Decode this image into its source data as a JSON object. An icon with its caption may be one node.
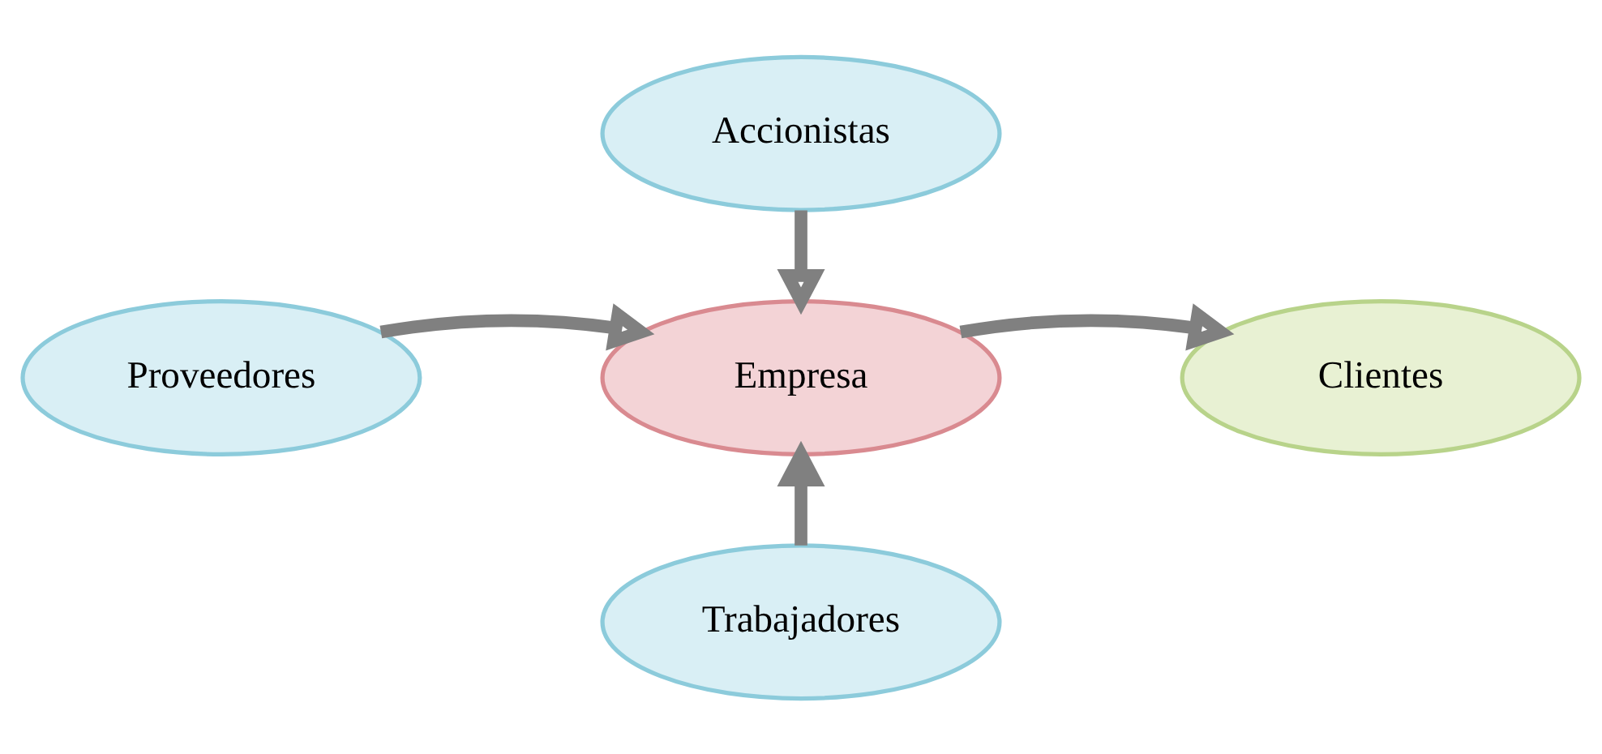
{
  "diagram": {
    "nodes": [
      {
        "text": [
          "Accionistas"
        ]
      },
      {
        "text": [
          "Proveedores"
        ]
      },
      {
        "text": [
          "Empresa"
        ]
      },
      {
        "text": [
          "Clientes"
        ]
      },
      {
        "text": [
          "Trabajadores"
        ]
      }
    ],
    "edges": [
      {
        "from": 0,
        "to": 2,
        "arrow": "to"
      },
      {
        "from": 1,
        "to": 2,
        "arrow": "to"
      },
      {
        "from": 2,
        "to": 3,
        "arrow": "to"
      },
      {
        "from": 4,
        "to": 2,
        "arrow": "to"
      }
    ]
  }
}
